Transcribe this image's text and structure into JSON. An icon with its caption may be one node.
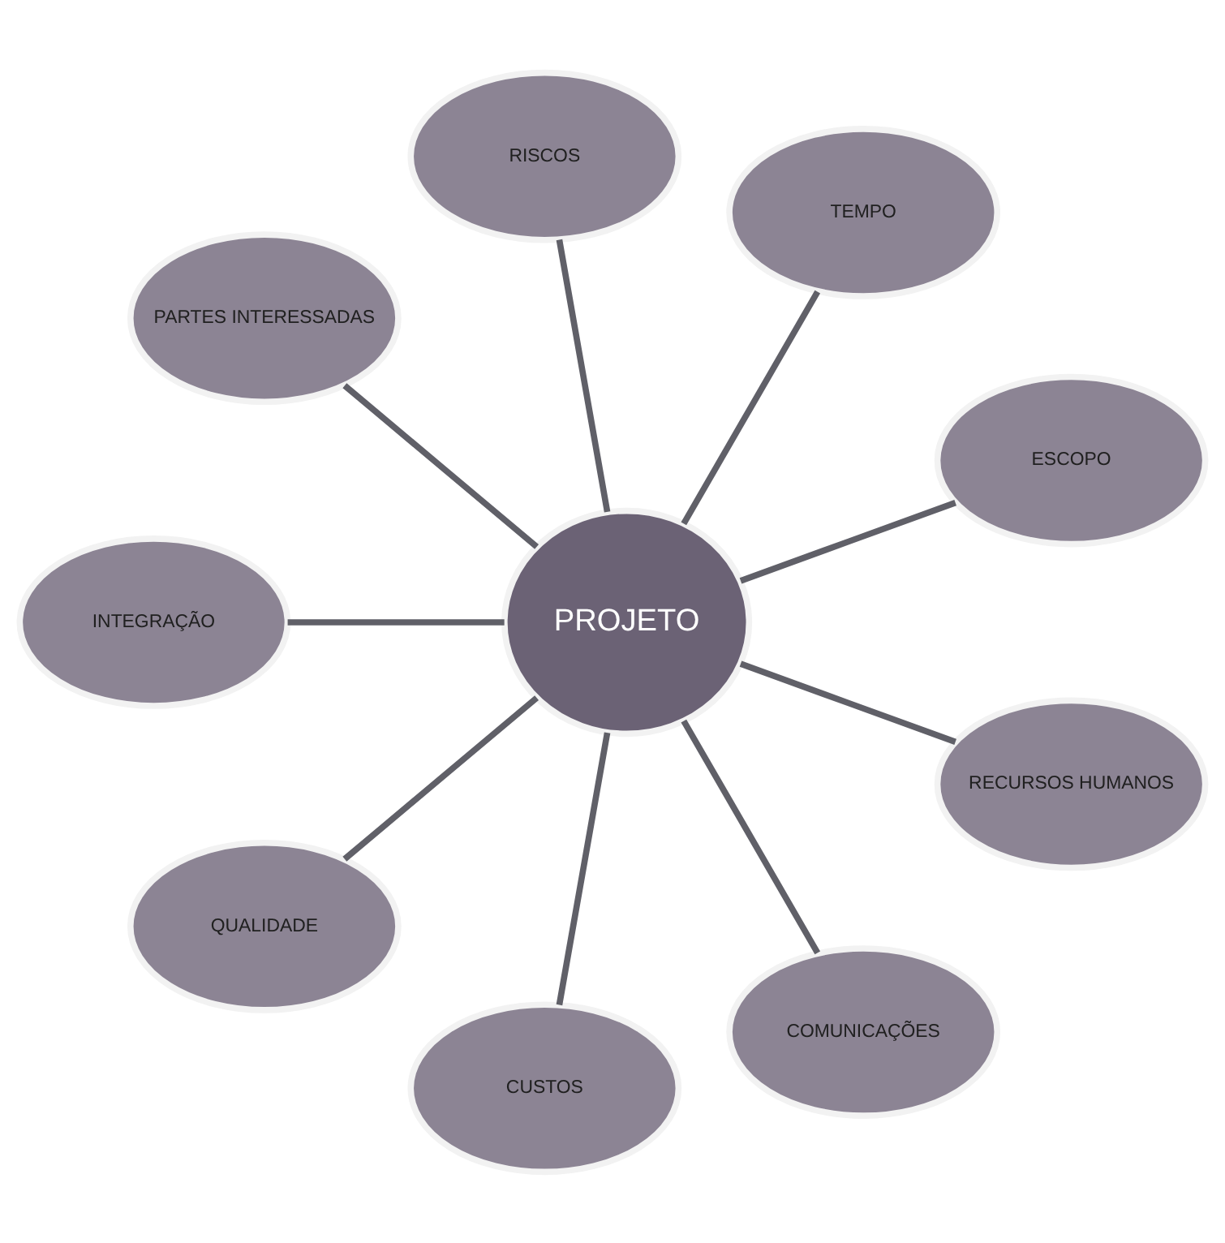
{
  "diagram": {
    "nodes": [
      {
        "text": [
          "PROJETO"
        ]
      },
      {
        "text": [
          "ESCOPO"
        ]
      },
      {
        "text": [
          "TEMPO"
        ]
      },
      {
        "text": [
          "RISCOS"
        ]
      },
      {
        "text": [
          "PARTES INTERESSADAS"
        ]
      },
      {
        "text": [
          "INTEGRAÇÃO"
        ]
      },
      {
        "text": [
          "QUALIDADE"
        ]
      },
      {
        "text": [
          "CUSTOS"
        ]
      },
      {
        "text": [
          "COMUNICAÇÕES"
        ]
      },
      {
        "text": [
          "RECURSOS HUMANOS"
        ]
      }
    ],
    "edges": [
      {
        "from": 0,
        "to": 1,
        "arrow": "none"
      },
      {
        "from": 0,
        "to": 2,
        "arrow": "none"
      },
      {
        "from": 0,
        "to": 3,
        "arrow": "none"
      },
      {
        "from": 0,
        "to": 4,
        "arrow": "none"
      },
      {
        "from": 0,
        "to": 5,
        "arrow": "none"
      },
      {
        "from": 0,
        "to": 6,
        "arrow": "none"
      },
      {
        "from": 0,
        "to": 7,
        "arrow": "none"
      },
      {
        "from": 0,
        "to": 8,
        "arrow": "none"
      },
      {
        "from": 0,
        "to": 9,
        "arrow": "none"
      }
    ]
  }
}
